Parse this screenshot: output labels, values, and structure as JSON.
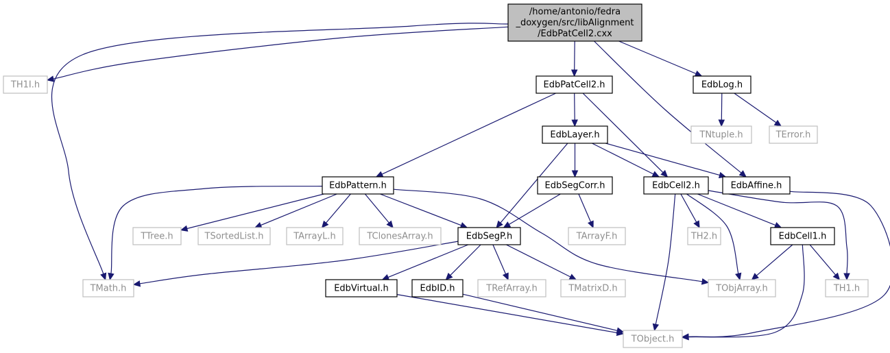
{
  "colors": {
    "edge": "#191970",
    "root_fill": "#bfbfbf",
    "external_border": "#bfbfbf",
    "external_text": "#8f8f8f",
    "local_border": "#000000"
  },
  "nodes": [
    {
      "id": "root",
      "kind": "root",
      "lines": [
        "/home/antonio/fedra",
        "_doxygen/src/libAlignment",
        "/EdbPatCell2.cxx"
      ]
    },
    {
      "id": "th1i",
      "kind": "ext",
      "lines": [
        "TH1I.h"
      ]
    },
    {
      "id": "edbpatcell2",
      "kind": "loc",
      "lines": [
        "EdbPatCell2.h"
      ]
    },
    {
      "id": "edblog",
      "kind": "loc",
      "lines": [
        "EdbLog.h"
      ]
    },
    {
      "id": "tntuple",
      "kind": "ext",
      "lines": [
        "TNtuple.h"
      ]
    },
    {
      "id": "terror",
      "kind": "ext",
      "lines": [
        "TError.h"
      ]
    },
    {
      "id": "edblayer",
      "kind": "loc",
      "lines": [
        "EdbLayer.h"
      ]
    },
    {
      "id": "edbpattern",
      "kind": "loc",
      "lines": [
        "EdbPattern.h"
      ]
    },
    {
      "id": "edbsegcorr",
      "kind": "loc",
      "lines": [
        "EdbSegCorr.h"
      ]
    },
    {
      "id": "edbcell2",
      "kind": "loc",
      "lines": [
        "EdbCell2.h"
      ]
    },
    {
      "id": "edbaffine",
      "kind": "loc",
      "lines": [
        "EdbAffine.h"
      ]
    },
    {
      "id": "ttree",
      "kind": "ext",
      "lines": [
        "TTree.h"
      ]
    },
    {
      "id": "tsortedlist",
      "kind": "ext",
      "lines": [
        "TSortedList.h"
      ]
    },
    {
      "id": "tarrayl",
      "kind": "ext",
      "lines": [
        "TArrayL.h"
      ]
    },
    {
      "id": "tclonesarray",
      "kind": "ext",
      "lines": [
        "TClonesArray.h"
      ]
    },
    {
      "id": "edbsegp",
      "kind": "loc",
      "lines": [
        "EdbSegP.h"
      ]
    },
    {
      "id": "tarrayf",
      "kind": "ext",
      "lines": [
        "TArrayF.h"
      ]
    },
    {
      "id": "th2",
      "kind": "ext",
      "lines": [
        "TH2.h"
      ]
    },
    {
      "id": "edbcell1",
      "kind": "loc",
      "lines": [
        "EdbCell1.h"
      ]
    },
    {
      "id": "tmath",
      "kind": "ext",
      "lines": [
        "TMath.h"
      ]
    },
    {
      "id": "edbvirtual",
      "kind": "loc",
      "lines": [
        "EdbVirtual.h"
      ]
    },
    {
      "id": "edbid",
      "kind": "loc",
      "lines": [
        "EdbID.h"
      ]
    },
    {
      "id": "trefarray",
      "kind": "ext",
      "lines": [
        "TRefArray.h"
      ]
    },
    {
      "id": "tmatrixd",
      "kind": "ext",
      "lines": [
        "TMatrixD.h"
      ]
    },
    {
      "id": "tobjarray",
      "kind": "ext",
      "lines": [
        "TObjArray.h"
      ]
    },
    {
      "id": "th1",
      "kind": "ext",
      "lines": [
        "TH1.h"
      ]
    },
    {
      "id": "tobject",
      "kind": "ext",
      "lines": [
        "TObject.h"
      ]
    }
  ],
  "edges": [
    [
      "root",
      "th1i"
    ],
    [
      "root",
      "tmath"
    ],
    [
      "root",
      "edbpatcell2"
    ],
    [
      "root",
      "edbaffine"
    ],
    [
      "root",
      "edblog"
    ],
    [
      "edbpatcell2",
      "edbpattern"
    ],
    [
      "edbpatcell2",
      "edblayer"
    ],
    [
      "edbpatcell2",
      "edbcell2"
    ],
    [
      "edblog",
      "tntuple"
    ],
    [
      "edblog",
      "terror"
    ],
    [
      "edblayer",
      "edbsegp"
    ],
    [
      "edblayer",
      "edbsegcorr"
    ],
    [
      "edblayer",
      "edbcell2"
    ],
    [
      "edblayer",
      "edbaffine"
    ],
    [
      "edbpattern",
      "tmath"
    ],
    [
      "edbpattern",
      "ttree"
    ],
    [
      "edbpattern",
      "tsortedlist"
    ],
    [
      "edbpattern",
      "tarrayl"
    ],
    [
      "edbpattern",
      "tclonesarray"
    ],
    [
      "edbpattern",
      "edbsegp"
    ],
    [
      "edbpattern",
      "tobjarray"
    ],
    [
      "edbsegcorr",
      "edbsegp"
    ],
    [
      "edbsegcorr",
      "tarrayf"
    ],
    [
      "edbcell2",
      "tobject"
    ],
    [
      "edbcell2",
      "th2"
    ],
    [
      "edbcell2",
      "tobjarray"
    ],
    [
      "edbcell2",
      "edbcell1"
    ],
    [
      "edbcell2",
      "th1"
    ],
    [
      "edbaffine",
      "tobject"
    ],
    [
      "edbsegp",
      "tmath"
    ],
    [
      "edbsegp",
      "edbvirtual"
    ],
    [
      "edbsegp",
      "edbid"
    ],
    [
      "edbsegp",
      "trefarray"
    ],
    [
      "edbsegp",
      "tmatrixd"
    ],
    [
      "edbcell1",
      "tobjarray"
    ],
    [
      "edbcell1",
      "th1"
    ],
    [
      "edbcell1",
      "tobject"
    ],
    [
      "edbvirtual",
      "tobject"
    ],
    [
      "edbid",
      "tobject"
    ]
  ]
}
